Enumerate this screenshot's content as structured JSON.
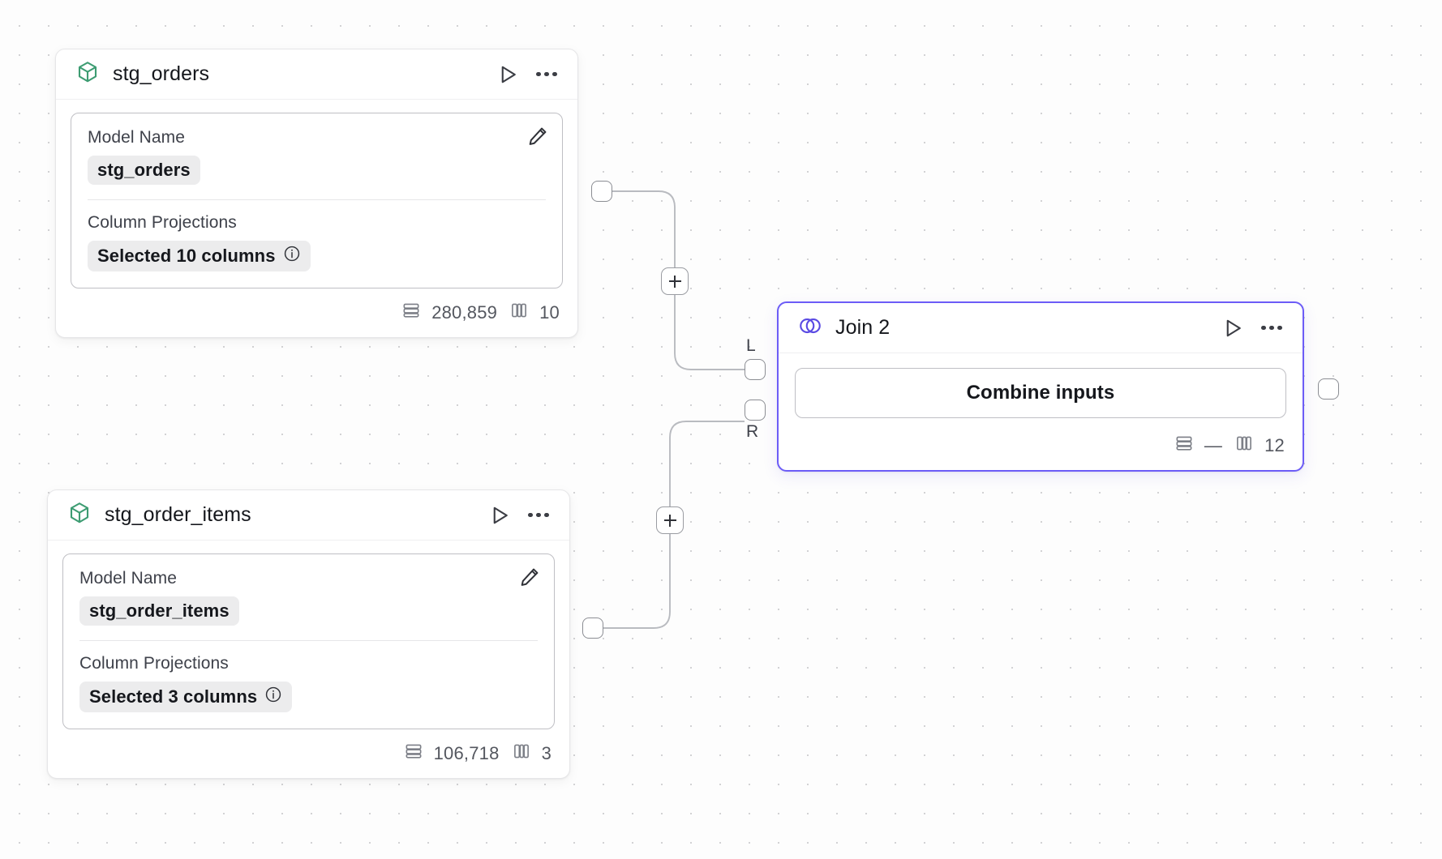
{
  "canvas": {
    "background_color": "#fdfdfd",
    "dot_color": "#d2d2d4",
    "accent_color": "#6c5cf7",
    "model_icon_color": "#3d9c72"
  },
  "nodes": [
    {
      "id": "stg_orders",
      "type": "model",
      "icon": "cube-icon",
      "title": "stg_orders",
      "actions": {
        "run_label": "play-icon",
        "menu_label": "more-icon"
      },
      "fields": [
        {
          "label": "Model Name",
          "value": "stg_orders",
          "has_info": false
        },
        {
          "label": "Column Projections",
          "value": "Selected 10 columns",
          "has_info": true
        }
      ],
      "footer": {
        "rows_icon": "rows-icon",
        "rows": "280,859",
        "cols_icon": "columns-icon",
        "cols": "10"
      }
    },
    {
      "id": "stg_order_items",
      "type": "model",
      "icon": "cube-icon",
      "title": "stg_order_items",
      "actions": {
        "run_label": "play-icon",
        "menu_label": "more-icon"
      },
      "fields": [
        {
          "label": "Model Name",
          "value": "stg_order_items",
          "has_info": false
        },
        {
          "label": "Column Projections",
          "value": "Selected 3 columns",
          "has_info": true
        }
      ],
      "footer": {
        "rows_icon": "rows-icon",
        "rows": "106,718",
        "cols_icon": "columns-icon",
        "cols": "3"
      }
    },
    {
      "id": "join_2",
      "type": "join",
      "icon": "venn-icon",
      "title": "Join 2",
      "selected": true,
      "actions": {
        "run_label": "play-icon",
        "menu_label": "more-icon"
      },
      "button_label": "Combine inputs",
      "input_ports": [
        {
          "id": "left",
          "label": "L"
        },
        {
          "id": "right",
          "label": "R"
        }
      ],
      "footer": {
        "rows_icon": "rows-icon",
        "rows": "—",
        "cols_icon": "columns-icon",
        "cols": "12"
      }
    }
  ],
  "edges": [
    {
      "from": "stg_orders",
      "to": "join_2.left",
      "add_button": "+"
    },
    {
      "from": "stg_order_items",
      "to": "join_2.right",
      "add_button": "+"
    }
  ]
}
